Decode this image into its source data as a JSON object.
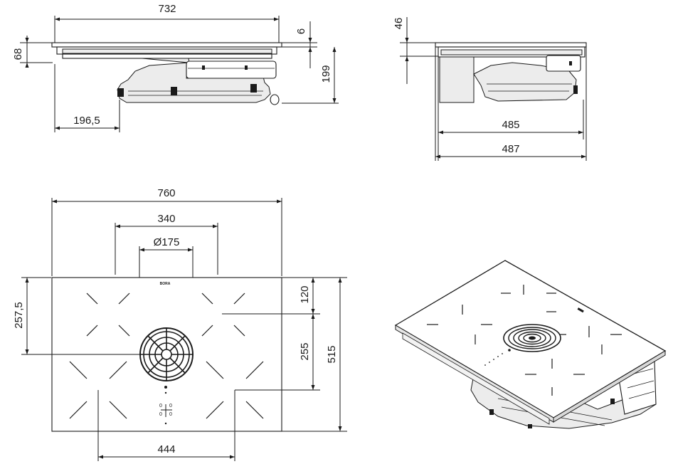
{
  "dimensions": {
    "front_width": "732",
    "front_glass": "6",
    "front_height_left": "68",
    "front_depth": "199",
    "front_offset": "196,5",
    "side_top": "46",
    "side_depth_inner": "485",
    "side_depth_outer": "487",
    "plan_width": "760",
    "plan_zone_spacing": "340",
    "plan_vent_diameter": "Ø175",
    "plan_vent_offset": "257,5",
    "plan_top": "120",
    "plan_mid": "255",
    "plan_depth": "515",
    "plan_bottom": "444"
  },
  "brand_mark": "BORA"
}
